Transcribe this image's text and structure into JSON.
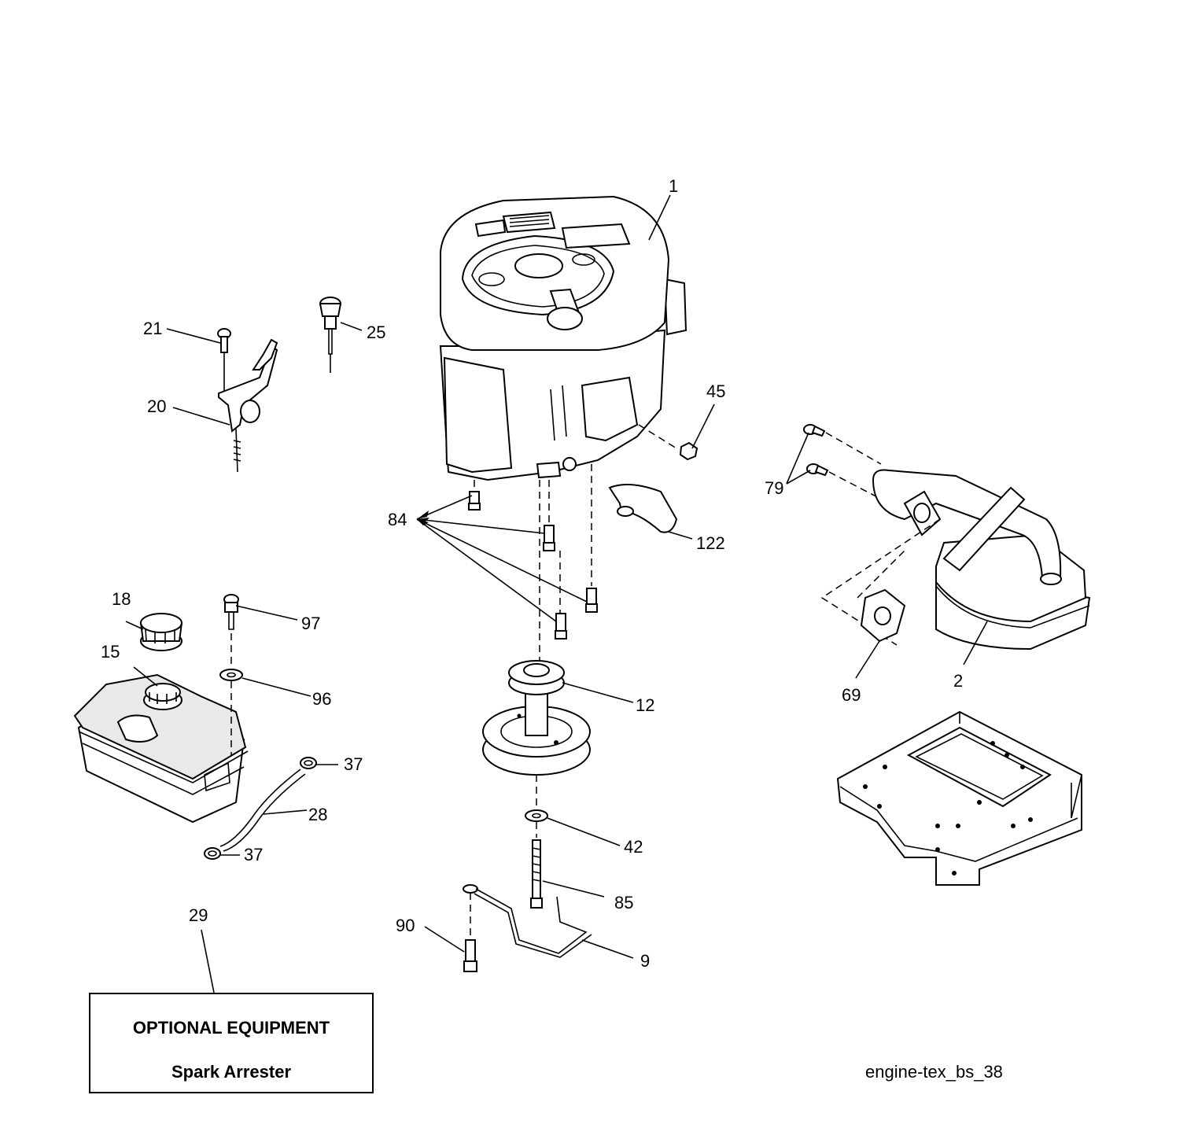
{
  "callouts": {
    "c1": "1",
    "c2": "2",
    "c9": "9",
    "c12": "12",
    "c15": "15",
    "c18": "18",
    "c20": "20",
    "c21": "21",
    "c25": "25",
    "c28": "28",
    "c29": "29",
    "c37a": "37",
    "c37b": "37",
    "c42": "42",
    "c45": "45",
    "c69": "69",
    "c79": "79",
    "c84": "84",
    "c85": "85",
    "c90": "90",
    "c96": "96",
    "c97": "97",
    "c122": "122"
  },
  "optional_box": {
    "title": "OPTIONAL EQUIPMENT",
    "item": "Spark Arrester"
  },
  "reference_code": "engine-tex_bs_38"
}
